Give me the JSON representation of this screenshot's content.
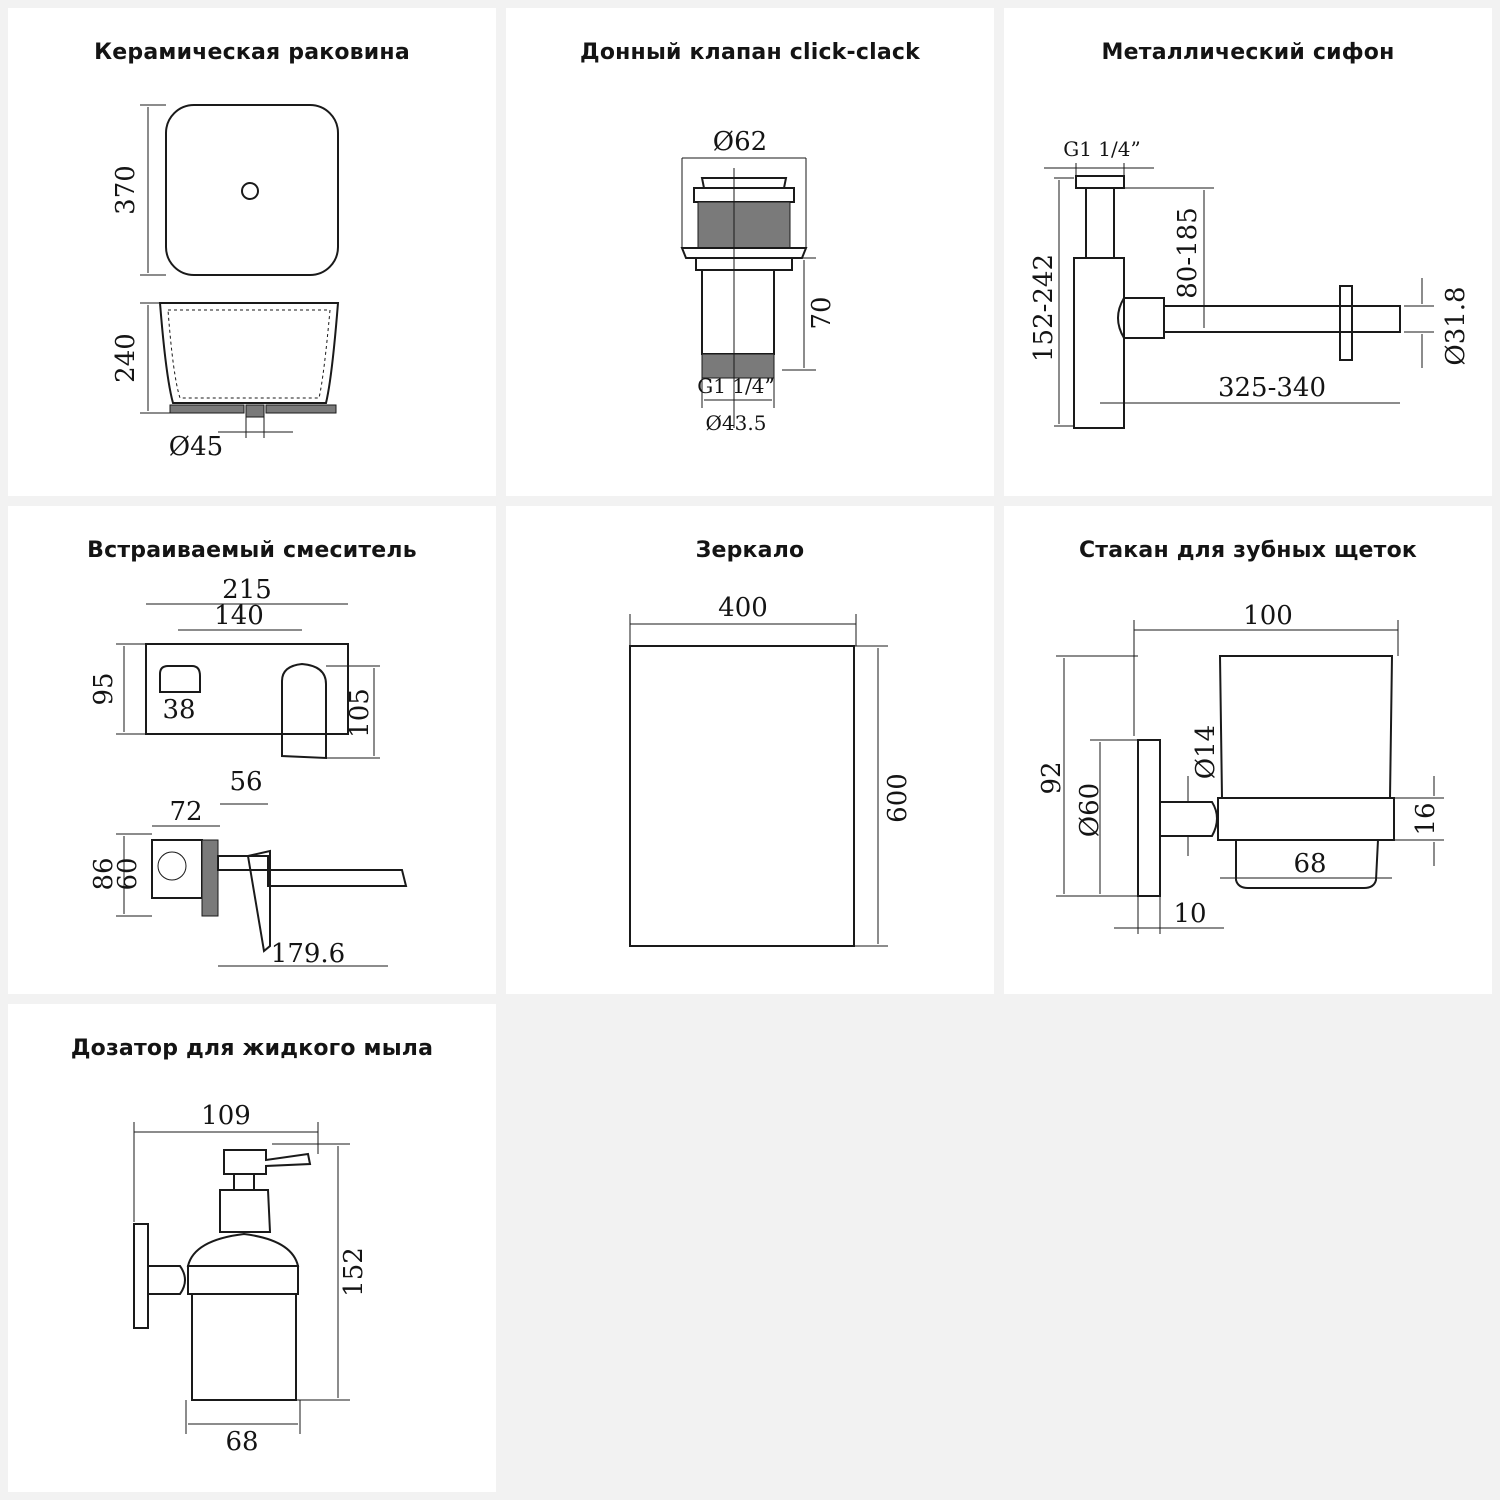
{
  "panels": [
    {
      "title": "Керамическая раковина",
      "dims": {
        "width": "370",
        "height": "240",
        "drain": "Ø45"
      }
    },
    {
      "title": "Донный клапан click-clack",
      "dims": {
        "top_diameter": "Ø62",
        "height": "70",
        "thread": "G1 1/4”",
        "bottom_diameter": "Ø43.5"
      }
    },
    {
      "title": "Металлический сифон",
      "dims": {
        "thread": "G1 1/4”",
        "vertical_range": "80-185",
        "total_height": "152-242",
        "pipe_diameter": "Ø31.8",
        "length_range": "325-340"
      }
    },
    {
      "title": "Встраиваемый смеситель",
      "dims": {
        "plate_width": "215",
        "spacing": "140",
        "plate_height": "95",
        "handle": "38",
        "handle_height": "105",
        "depth_a": "72",
        "depth_b": "56",
        "body_a": "86",
        "body_b": "60",
        "spout": "179.6"
      }
    },
    {
      "title": "Зеркало",
      "dims": {
        "width": "400",
        "height": "600"
      }
    },
    {
      "title": "Стакан для зубных щеток",
      "dims": {
        "width": "100",
        "height": "92",
        "pin_diameter": "Ø14",
        "base_diameter": "Ø60",
        "ring_height": "16",
        "cup_width": "68",
        "base_depth": "10"
      }
    },
    {
      "title": "Дозатор для жидкого мыла",
      "dims": {
        "width": "109",
        "height": "152",
        "bottle_width": "68"
      }
    }
  ]
}
